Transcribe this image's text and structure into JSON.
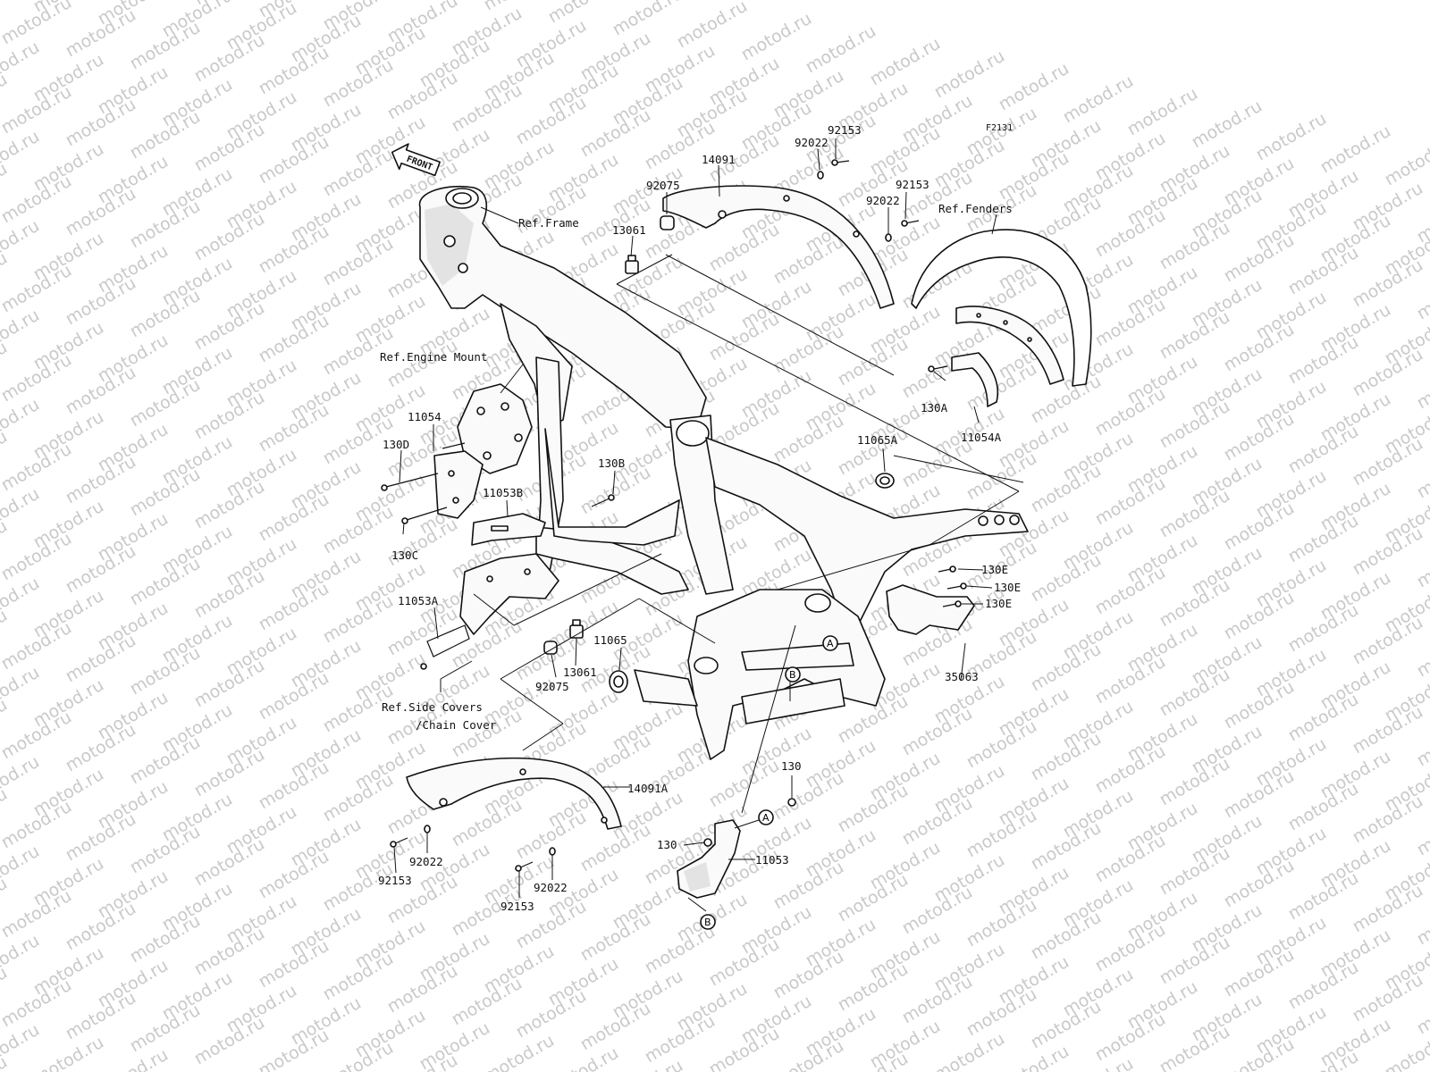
{
  "watermark": {
    "text": "motod.ru"
  },
  "diagram_code": "F2131",
  "front_arrow": {
    "text": "FRONT"
  },
  "labels": {
    "ref_frame": "Ref.Frame",
    "ref_engine_mount": "Ref.Engine Mount",
    "ref_fenders": "Ref.Fenders",
    "ref_side_covers_line1": "Ref.Side Covers",
    "ref_side_covers_line2": "/Chain Cover",
    "p14091": "14091",
    "p92153_a": "92153",
    "p92022_a": "92022",
    "p92153_b": "92153",
    "p92022_b": "92022",
    "p92075_a": "92075",
    "p13061_a": "13061",
    "p11054": "11054",
    "p130D": "130D",
    "p130C": "130C",
    "p130B": "130B",
    "p11053B": "11053B",
    "p11053A": "11053A",
    "p130A": "130A",
    "p11054A": "11054A",
    "p11065A": "11065A",
    "p130E_1": "130E",
    "p130E_2": "130E",
    "p130E_3": "130E",
    "p35063": "35063",
    "p11065": "11065",
    "p13061_b": "13061",
    "p92075_b": "92075",
    "p14091A": "14091A",
    "p92022_c": "92022",
    "p92153_c": "92153",
    "p92022_d": "92022",
    "p92153_d": "92153",
    "p130_a": "130",
    "p130_b": "130",
    "p11053": "11053"
  },
  "markers": {
    "A": "A",
    "B": "B"
  }
}
